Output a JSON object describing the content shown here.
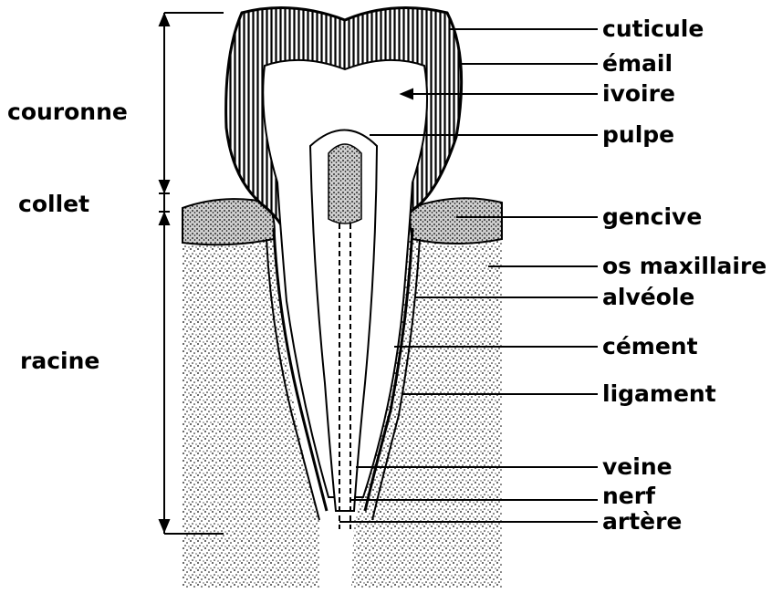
{
  "colors": {
    "ink": "#000000",
    "paper": "#ffffff",
    "dentine": "#ffffff"
  },
  "regions": [
    {
      "id": "crown",
      "label": "couronne"
    },
    {
      "id": "neck",
      "label": "collet"
    },
    {
      "id": "root",
      "label": "racine"
    }
  ],
  "labels": [
    {
      "id": "cuticle",
      "text": "cuticule"
    },
    {
      "id": "enamel",
      "text": "émail"
    },
    {
      "id": "dentine",
      "text": "ivoire"
    },
    {
      "id": "pulp",
      "text": "pulpe"
    },
    {
      "id": "gum",
      "text": "gencive"
    },
    {
      "id": "jawbone",
      "text": "os maxillaire"
    },
    {
      "id": "socket",
      "text": "alvéole"
    },
    {
      "id": "cement",
      "text": "cément"
    },
    {
      "id": "ligament",
      "text": "ligament"
    },
    {
      "id": "vein",
      "text": "veine"
    },
    {
      "id": "nerve",
      "text": "nerf"
    },
    {
      "id": "artery",
      "text": "artère"
    }
  ]
}
